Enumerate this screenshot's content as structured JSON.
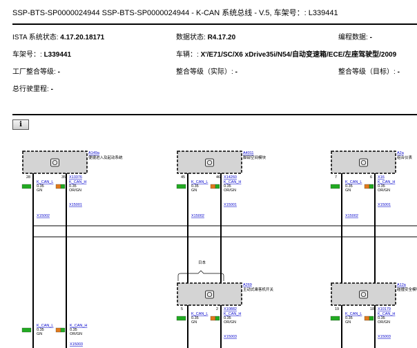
{
  "header": {
    "title": "SSP-BTS-SP0000024944 SSP-BTS-SP0000024944 - K-CAN 系统总线 - V.5, 车架号：: L339441"
  },
  "info": {
    "ista_label": "ISTA 系统状态: ",
    "ista_value": "4.17.20.18171",
    "data_label": "数据状态: ",
    "data_value": "R4.17.20",
    "prog_label": "编程数据: ",
    "prog_value": "-",
    "vin_label": "车架号：: ",
    "vin_value": "L339441",
    "vehicle_label": "车辆：: ",
    "vehicle_value": "X'/E71/SC/X6 xDrive35i/N54/自动变速箱/ECE/左座驾驶型/2009",
    "factory_label": "工厂整合等级: ",
    "factory_value": "-",
    "integration_actual_label": "整合等级（实际）: ",
    "integration_actual_value": "-",
    "integration_target_label": "整合等级（目标）: ",
    "integration_target_value": "-",
    "mileage_label": "总行驶里程: ",
    "mileage_value": "-"
  },
  "toolbar": {
    "info_button": "i"
  },
  "diagram": {
    "components": [
      {
        "id": "A149a",
        "desc": "便捷进入及起动系统",
        "pin_l": "28",
        "pin_r": "35",
        "conn": "X13376",
        "w1": "K_CAN_L",
        "w2": "K_CAN_H",
        "g1": "0.35",
        "g2": "0.35",
        "c1": "GN",
        "c2": "OR/GN",
        "s1": "X15001",
        "s2": "X15002"
      },
      {
        "id": "A4011",
        "desc": "脚部空间模块",
        "pin_l": "45",
        "pin_r": "46",
        "conn": "X14260",
        "w1": "K_CAN_L",
        "w2": "K_CAN_H",
        "g1": "0.35",
        "g2": "0.35",
        "c1": "GN",
        "c2": "OR/GN",
        "s1": "X15001",
        "s2": "X15002"
      },
      {
        "id": "A2a",
        "desc": "组合仪表",
        "pin_l": "7",
        "pin_r": "6",
        "conn": "X16",
        "w1": "K_CAN_L",
        "w2": "K_CAN_H",
        "g1": "0.35",
        "g2": "0.35",
        "c1": "GN",
        "c2": "OR/GN",
        "s1": "X15001",
        "s2": "X15002"
      },
      {
        "id": "A269",
        "desc": "主动式乘客机开关",
        "pin_l": "5",
        "pin_r": "2",
        "conn": "X10882",
        "w1": "K_CAN_L",
        "w2": "K_CAN_H",
        "g1": "0.35",
        "g2": "0.35",
        "c1": "GN",
        "c2": "OR/GN",
        "s1": "X15003"
      },
      {
        "id": "A12a",
        "desc": "碰撞安全模块",
        "pin_l": "19",
        "pin_r": "18",
        "conn": "X10179",
        "w1": "K_CAN_L",
        "w2": "K_CAN_H",
        "g1": "0.35",
        "g2": "0.35",
        "c1": "GN",
        "c2": "OR/GN",
        "s1": "X15003"
      }
    ],
    "bracket_label": "日本",
    "bottom_conn": "X15003",
    "colors": {
      "gn": "#22aa22",
      "orgn": "#e07a1c",
      "box_fill": "#d4d4d4",
      "link": "#0000cc"
    }
  }
}
